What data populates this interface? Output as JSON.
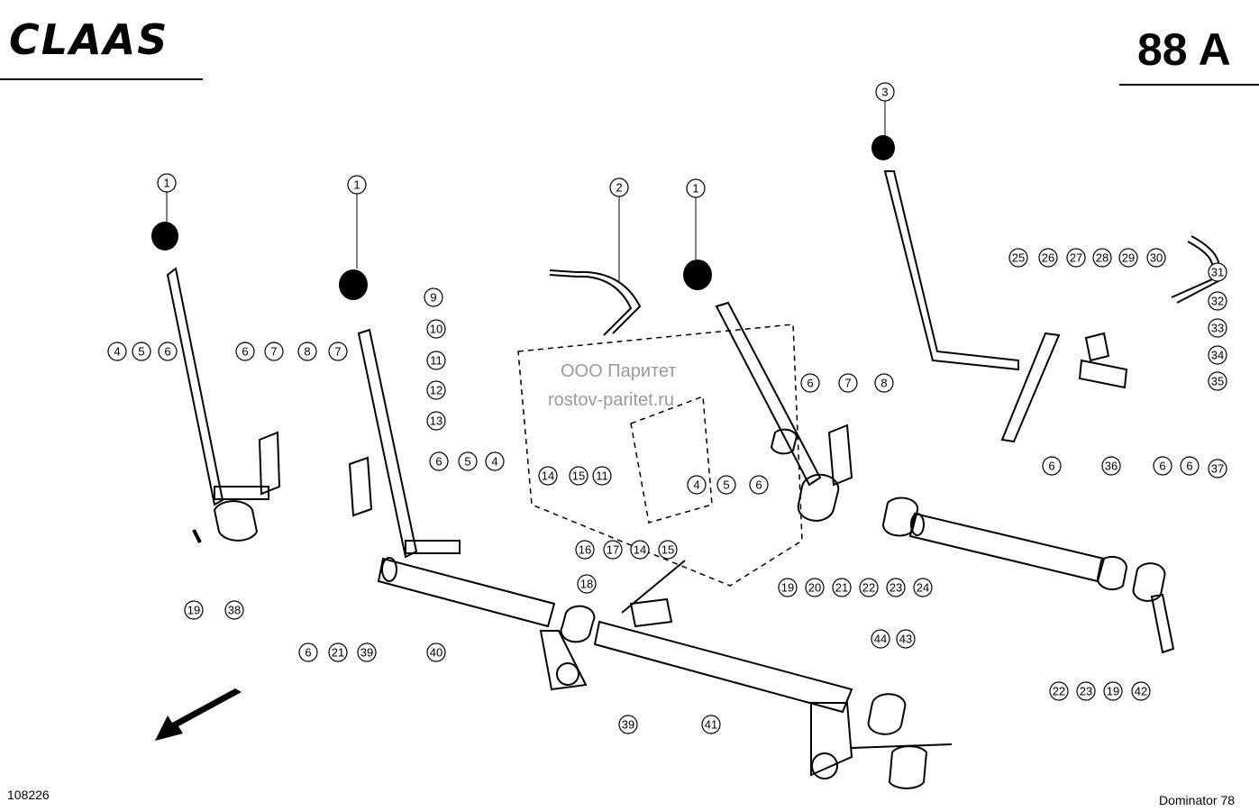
{
  "header": {
    "brand": "CLAAS",
    "page_number": "88 A"
  },
  "footer": {
    "drawing_number": "108226",
    "model": "Dominator 78"
  },
  "watermark": {
    "line1": "ООО Паритет",
    "line2": "rostov-paritet.ru"
  },
  "callouts": [
    "1",
    "1",
    "1",
    "2",
    "3",
    "4",
    "5",
    "6",
    "6",
    "7",
    "8",
    "7",
    "9",
    "10",
    "11",
    "12",
    "13",
    "14",
    "15",
    "11",
    "6",
    "5",
    "4",
    "16",
    "17",
    "14",
    "15",
    "18",
    "4",
    "5",
    "6",
    "6",
    "7",
    "8",
    "19",
    "20",
    "21",
    "22",
    "23",
    "24",
    "25",
    "26",
    "27",
    "28",
    "29",
    "30",
    "31",
    "32",
    "33",
    "34",
    "35",
    "6",
    "36",
    "6",
    "6",
    "37",
    "19",
    "38",
    "6",
    "21",
    "39",
    "40",
    "39",
    "41",
    "44",
    "43",
    "22",
    "23",
    "19",
    "42"
  ]
}
